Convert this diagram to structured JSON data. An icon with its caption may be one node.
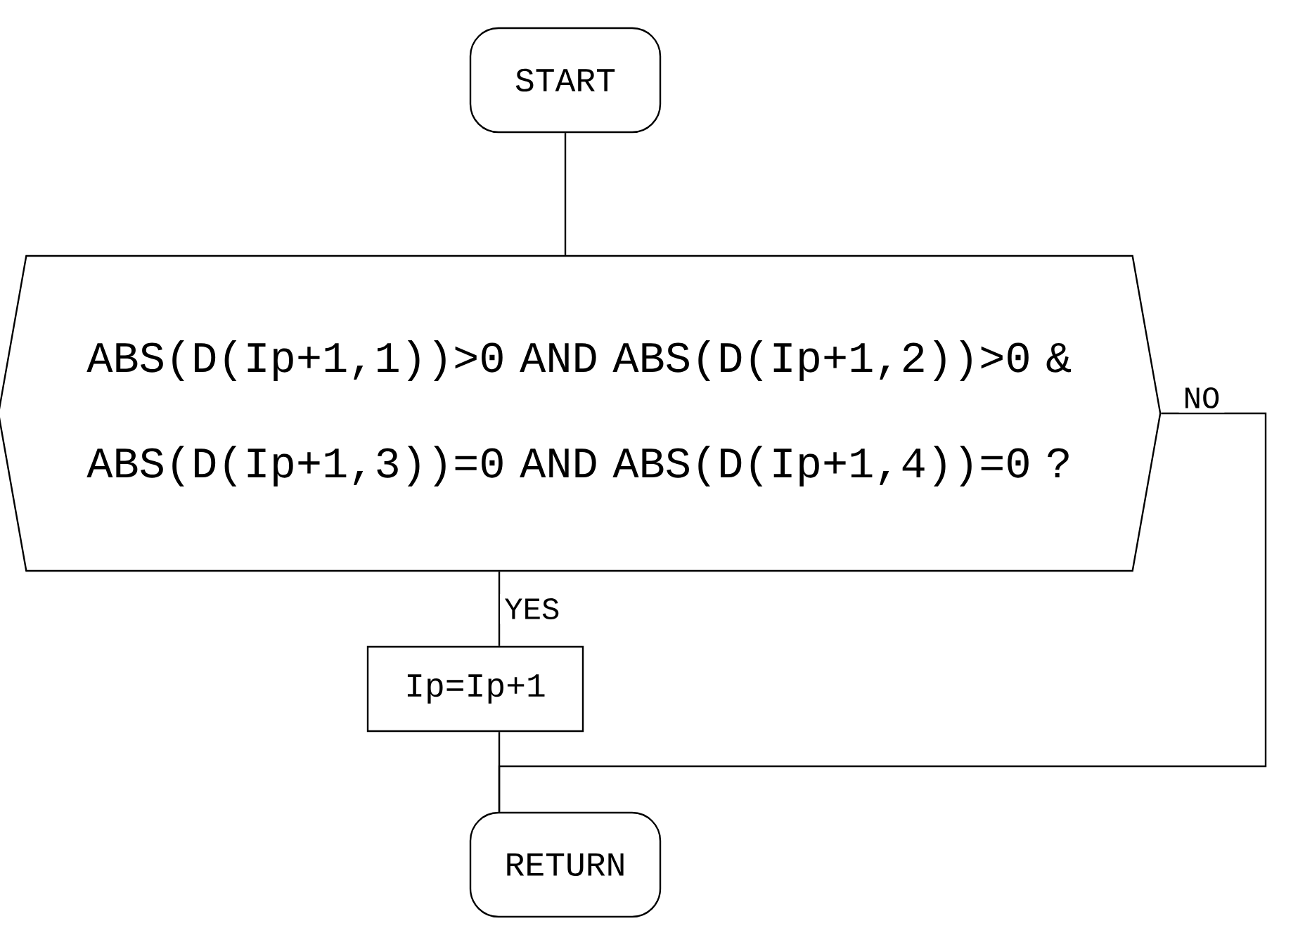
{
  "diagram": {
    "nodes": [
      {
        "text": [
          "START"
        ]
      },
      {
        "text": [
          "ABS(D(Ip+1,1))>0 AND ABS(D(Ip+1,2))>0 & ABS(D(Ip+1,3))=0 AND ABS(D(Ip+1,4))=0 ?"
        ]
      },
      {
        "text": [
          "Ip=Ip+1"
        ]
      },
      {
        "text": [
          "RETURN"
        ]
      }
    ],
    "edges": [
      {
        "from": 0,
        "to": 1,
        "arrow": "none"
      },
      {
        "from": 1,
        "to": 2,
        "arrow": "none",
        "label": "YES"
      },
      {
        "from": 2,
        "to": 3,
        "arrow": "none"
      },
      {
        "from": 1,
        "to": 3,
        "arrow": "none",
        "label": "NO"
      }
    ]
  }
}
